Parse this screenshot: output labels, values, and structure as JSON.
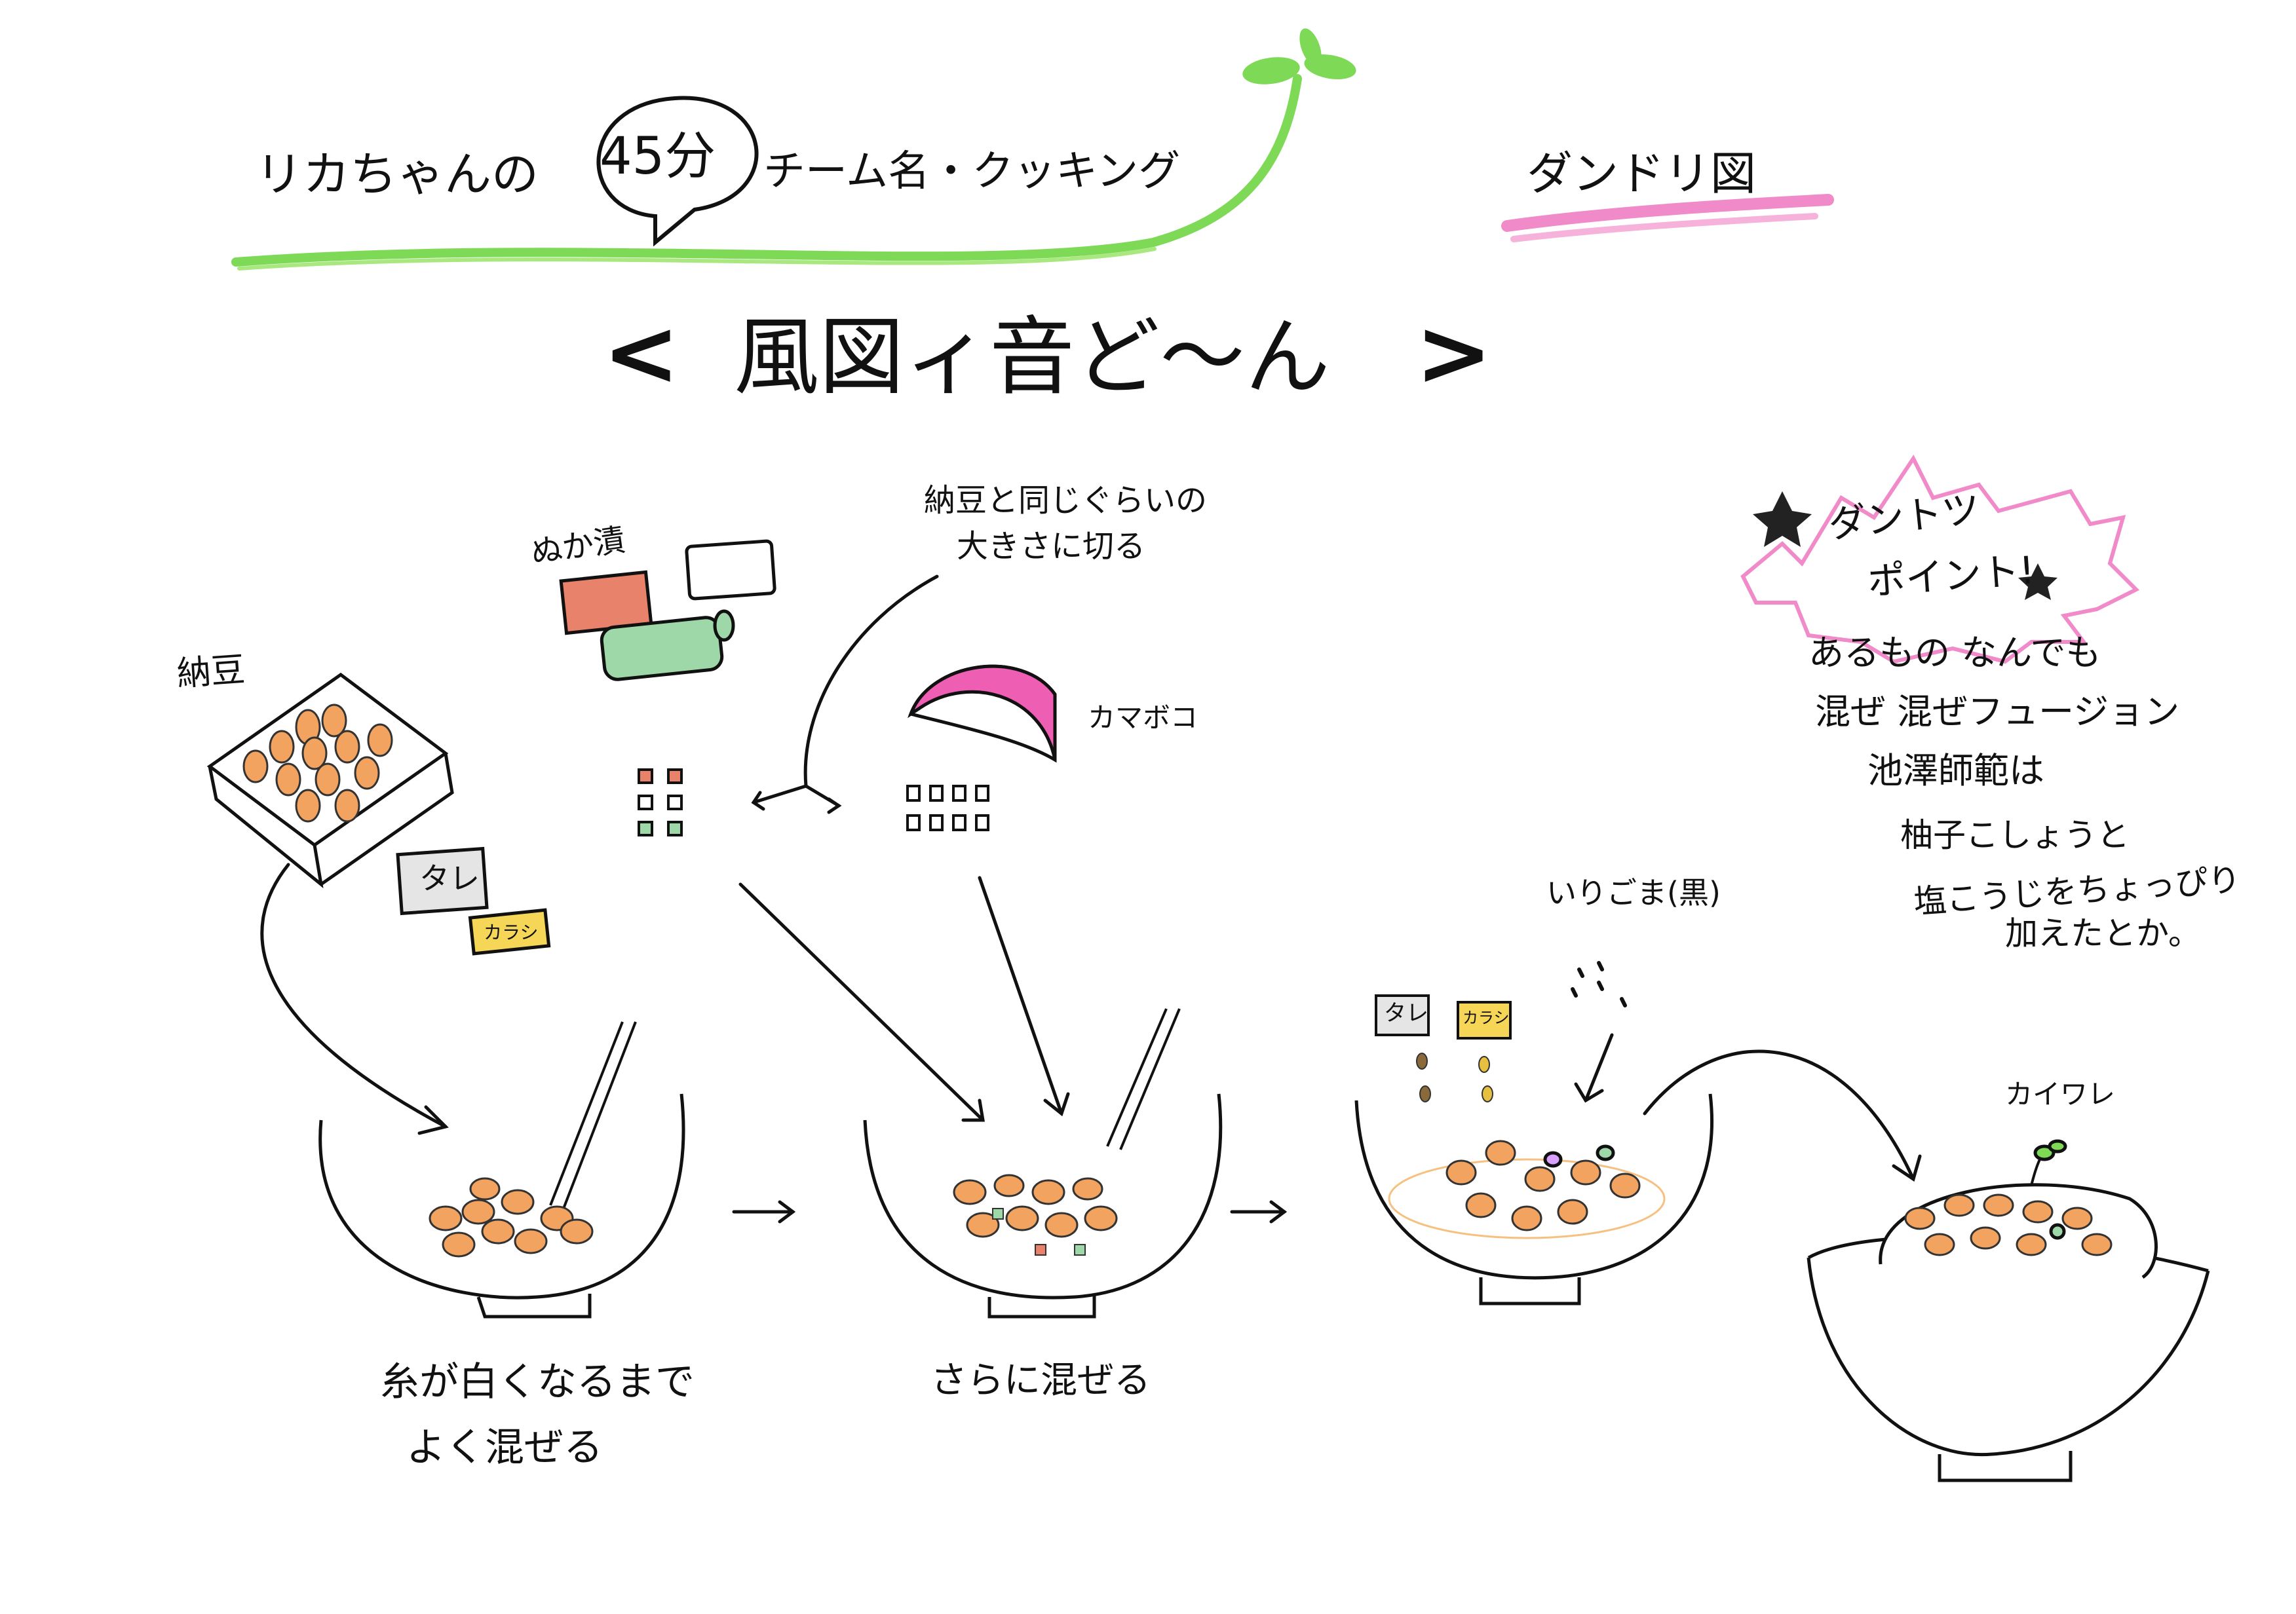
{
  "header": {
    "series_prefix": "リカちゃんの",
    "bubble_text": "45分",
    "series_suffix": "チーム名・クッキング",
    "section_title": "ダンドリ図",
    "dish_title": "風図ィ音ど〜ん",
    "bracket_left": "<",
    "bracket_right": ">"
  },
  "ingredients": {
    "natto": "納豆",
    "nukazuke": "ぬか漬",
    "tare": "タレ",
    "karashi": "カラシ",
    "kamaboko": "カマボコ",
    "cut_note_line1": "納豆と同じぐらいの",
    "cut_note_line2": "大きさに切る",
    "sesame": "いりごま(黒)",
    "tare_small": "タレ",
    "karashi_small": "カラシ",
    "kaiware": "カイワレ"
  },
  "steps": {
    "step1_line1": "糸が白くなるまで",
    "step1_line2": "よく混ぜる",
    "step2": "さらに混ぜる"
  },
  "point": {
    "title_line1": "ダントツ",
    "title_line2": "ポイント!",
    "lines": [
      "あるもの なんでも",
      "混ぜ 混ぜフュージョン",
      "池澤師範は",
      "柚子こしょうと",
      "塩こうじをちょっぴり",
      "加えたとか。"
    ]
  },
  "colors": {
    "sprout_green": "#7ed957",
    "pink_highlight": "#f08ac8",
    "natto_orange": "#f2a35f",
    "pickle_red": "#e9826a",
    "pickle_green": "#9fd8a8",
    "kamaboko_pink": "#ee5fb4",
    "karashi_yellow": "#f6d657"
  }
}
